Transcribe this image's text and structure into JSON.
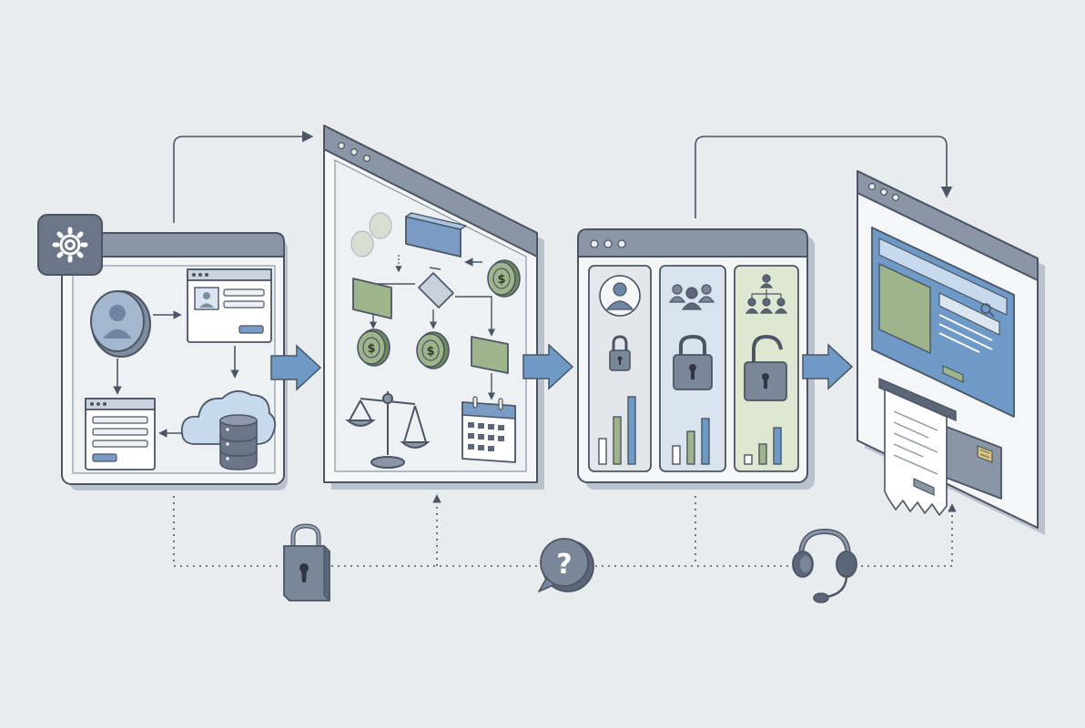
{
  "colors": {
    "background": "#e9ecef",
    "outline": "#4b5563",
    "window_chrome": "#8a95a5",
    "panel_fill": "#f4f6f8",
    "accent_blue": "#6f9ac7",
    "accent_blue_light": "#a9c4df",
    "accent_green": "#9eb58c",
    "accent_green_light": "#dfe8d4",
    "slate": "#7a8799",
    "slate_dark": "#5b6778",
    "column_blue_tint": "#d9e3ee",
    "column_green_tint": "#dde7d2"
  },
  "icons": [
    "gear-icon",
    "user-avatar-icon",
    "profile-card-icon",
    "form-window-icon",
    "cloud-database-icon",
    "coin-icon",
    "flowchart-icon",
    "balance-scale-icon",
    "calendar-icon",
    "user-icon",
    "group-icon",
    "org-chart-icon",
    "padlock-closed-icon",
    "padlock-open-icon",
    "bar-chart-icon",
    "checkout-page-icon",
    "receipt-icon",
    "credit-card-icon",
    "padlock-icon",
    "question-bubble-icon",
    "headset-icon"
  ],
  "stages": [
    "account-setup",
    "billing-logic",
    "access-tiers",
    "checkout"
  ]
}
